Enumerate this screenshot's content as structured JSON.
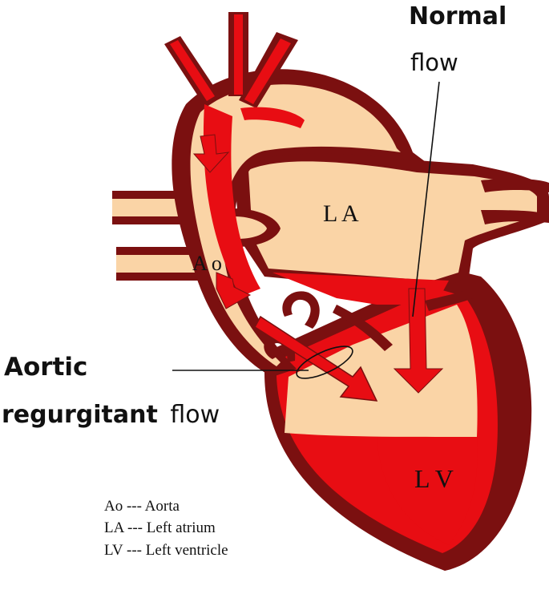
{
  "labels": {
    "normal_flow_line1": "Normal",
    "normal_flow_line2": "flow",
    "la": "L A",
    "ao": "A o",
    "lv": "L V",
    "aortic_regurg_line1": "Aortic",
    "aortic_regurg_line2_bold": "regurgitant",
    "aortic_regurg_line2_rest": "flow"
  },
  "legend": [
    "Ao --- Aorta",
    "LA --- Left atrium",
    "LV --- Left ventricle"
  ],
  "colors": {
    "wall": "#7b1010",
    "tissue": "#fad4a6",
    "blood": "#e80d13",
    "background": "#ffffff",
    "ink": "#111111"
  }
}
